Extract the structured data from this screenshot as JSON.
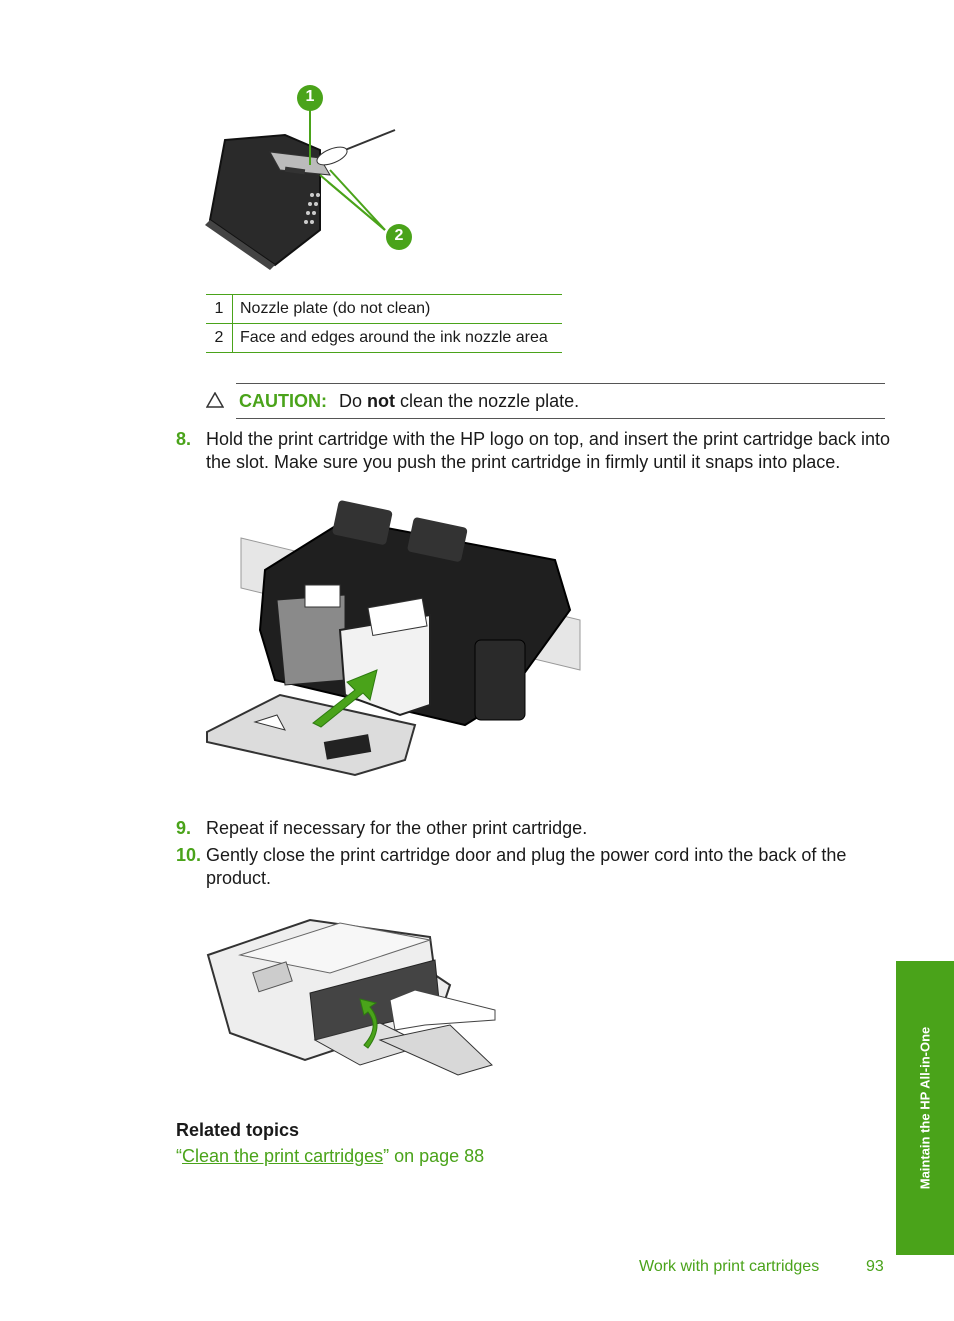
{
  "figure1": {
    "callout_1": "1",
    "callout_2": "2"
  },
  "callout_table": [
    {
      "num": "1",
      "text": "Nozzle plate (do not clean)"
    },
    {
      "num": "2",
      "text": "Face and edges around the ink nozzle area"
    }
  ],
  "caution": {
    "label": "CAUTION:",
    "text_before": "Do",
    "text_bold": "not",
    "text_after": "clean the nozzle plate."
  },
  "steps": [
    {
      "num": "8.",
      "text": "Hold the print cartridge with the HP logo on top, and insert the print cartridge back into the slot. Make sure you push the print cartridge in firmly until it snaps into place."
    },
    {
      "num": "9.",
      "text": "Repeat if necessary for the other print cartridge."
    },
    {
      "num": "10.",
      "text": "Gently close the print cartridge door and plug the power cord into the back of the product."
    }
  ],
  "related": {
    "title": "Related topics",
    "link_open_quote": "“",
    "link_text": "Clean the print cartridges",
    "link_suffix": "” on page 88"
  },
  "side_tab": "Maintain the HP All-in-One",
  "footer": {
    "section": "Work with print cartridges",
    "page": "93"
  },
  "colors": {
    "accent": "#4aa31a",
    "text": "#1a1a1a"
  }
}
